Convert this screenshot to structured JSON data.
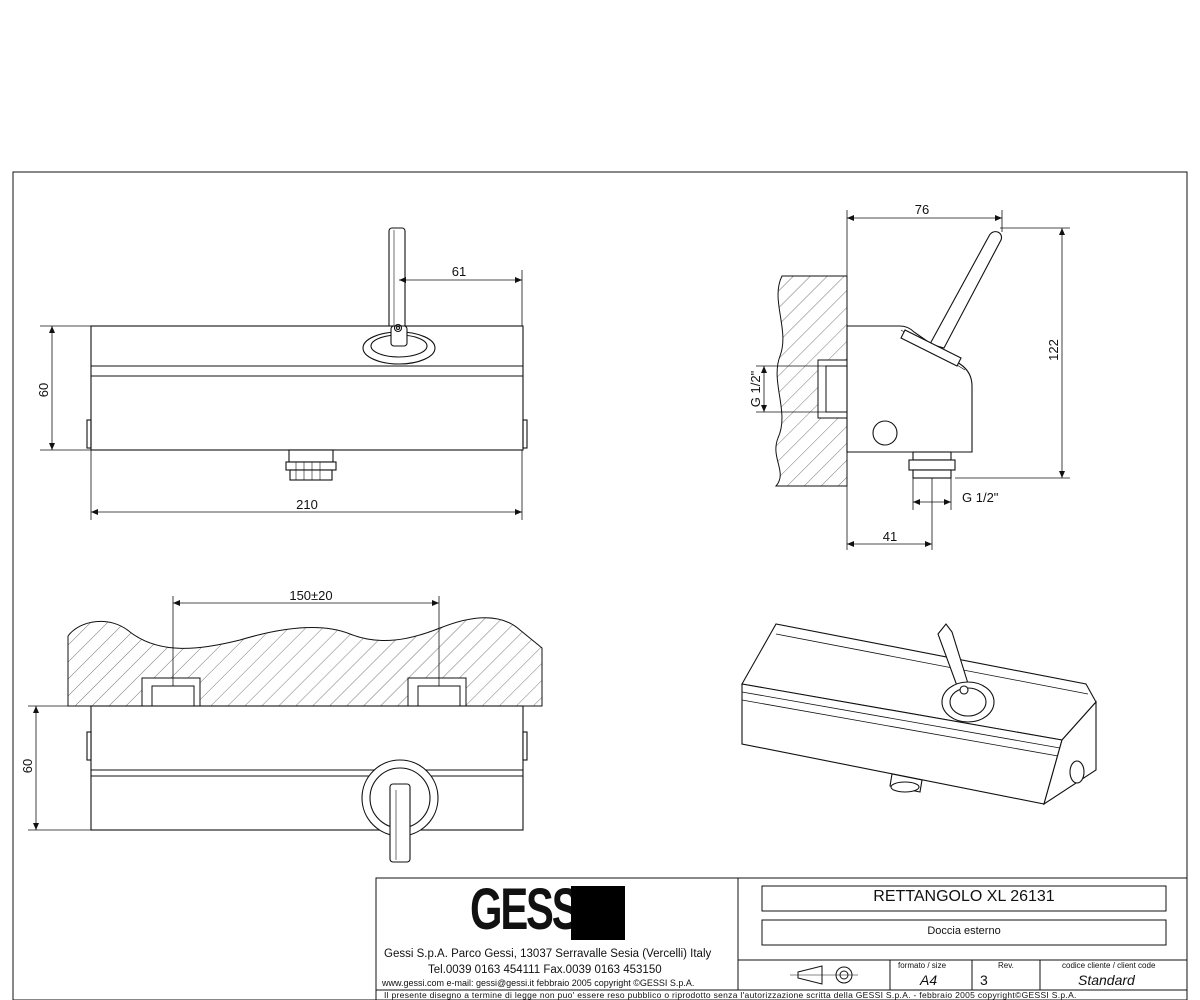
{
  "dimensions": {
    "front_handle_offset": "61",
    "front_height": "60",
    "front_width": "210",
    "side_depth": "76",
    "side_height": "122",
    "side_inlet_thread": "G 1/2\"",
    "side_outlet_thread": "G 1/2\"",
    "side_outlet_offset": "41",
    "top_center_distance": "150±20",
    "top_height": "60"
  },
  "title_block": {
    "brand": "GESSI",
    "address_line": "Gessi S.p.A. Parco Gessi, 13037 Serravalle Sesia (Vercelli) Italy",
    "phone_line": "Tel.0039 0163 454111 Fax.0039 0163 453150",
    "web_line": "www.gessi.com e-mail: gessi@gessi.it febbraio 2005 copyright ©GESSI S.p.A.",
    "product_name": "RETTANGOLO XL 26131",
    "description": "Doccia esterno",
    "format_label": "formato / size",
    "format_value": "A4",
    "rev_label": "Rev.",
    "rev_value": "3",
    "client_label": "codice cliente / client code",
    "client_value": "Standard",
    "legal_notice": "Il presente disegno a termine di legge non puo' essere reso pubblico o riprodotto senza l'autorizzazione scritta della GESSI S.p.A. - febbraio 2005 copyright©GESSI S.p.A."
  }
}
